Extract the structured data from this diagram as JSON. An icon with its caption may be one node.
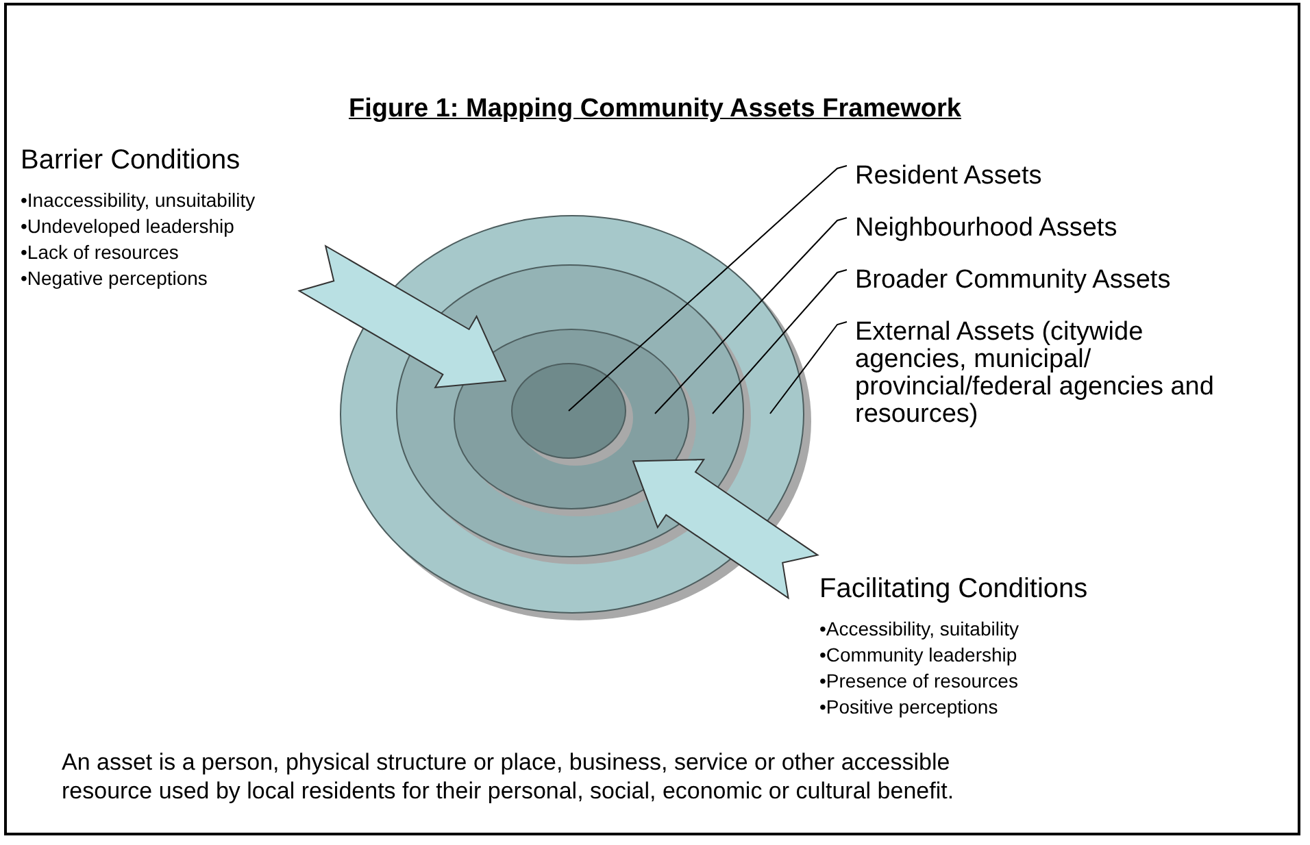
{
  "diagram": {
    "title": "Figure 1: Mapping Community Assets Framework",
    "nodes": [
      {
        "text": [
          "Barrier Conditions",
          "•Inaccessibility, unsuitability",
          "•Undeveloped leadership",
          "•Lack of resources",
          "•Negative perceptions"
        ]
      },
      {
        "text": [],
        "shape": "circle"
      },
      {
        "text": [],
        "shape": "circle",
        "in": 1
      },
      {
        "text": [],
        "shape": "circle",
        "in": 2
      },
      {
        "text": [],
        "shape": "circle",
        "in": 3
      },
      {
        "text": [
          "Resident Assets"
        ]
      },
      {
        "text": [
          "Neighbourhood Assets"
        ]
      },
      {
        "text": [
          "Broader Community Assets"
        ]
      },
      {
        "text": [
          "External Assets (citywide agencies, municipal/ provincial/federal agencies and resources)"
        ]
      },
      {
        "text": [
          "Facilitating Conditions",
          "•Accessibility, suitability",
          "•Community leadership",
          "•Presence of resources",
          "•Positive perceptions"
        ]
      }
    ],
    "edges": [
      {
        "from": 0,
        "to": 3,
        "arrow": "to",
        "style": "thick"
      },
      {
        "from": 9,
        "to": 3,
        "arrow": "to",
        "style": "thick"
      },
      {
        "from": 5,
        "to": 4,
        "arrow": "none"
      },
      {
        "from": 6,
        "to": 3,
        "arrow": "none"
      },
      {
        "from": 7,
        "to": 2,
        "arrow": "none"
      },
      {
        "from": 8,
        "to": 1,
        "arrow": "none"
      }
    ],
    "caption": "An asset is a person, physical structure or place, business, service or other accessible resource used by local residents for their personal, social, economic or cultural benefit."
  }
}
